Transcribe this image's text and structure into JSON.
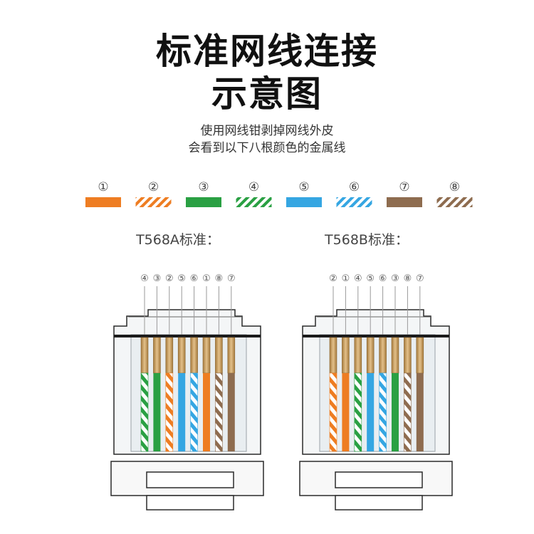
{
  "title": {
    "line1": "标准网线连接",
    "line2": "示意图"
  },
  "subtitle": {
    "line1": "使用网线钳剥掉网线外皮",
    "line2": "会看到以下八根颜色的金属线"
  },
  "colors": {
    "orange": "#ee7d22",
    "green": "#2aa043",
    "blue": "#35a6e2",
    "brown": "#8e6c4f",
    "gold": "#c79a55",
    "white": "#ffffff"
  },
  "legend": [
    {
      "num": "①",
      "color": "orange",
      "striped": false
    },
    {
      "num": "②",
      "color": "orange",
      "striped": true
    },
    {
      "num": "③",
      "color": "green",
      "striped": false
    },
    {
      "num": "④",
      "color": "green",
      "striped": true
    },
    {
      "num": "⑤",
      "color": "blue",
      "striped": false
    },
    {
      "num": "⑥",
      "color": "blue",
      "striped": true
    },
    {
      "num": "⑦",
      "color": "brown",
      "striped": false
    },
    {
      "num": "⑧",
      "color": "brown",
      "striped": true
    }
  ],
  "standards": [
    {
      "label": "T568A标准：",
      "order": [
        "④",
        "③",
        "②",
        "⑤",
        "⑥",
        "①",
        "⑧",
        "⑦"
      ]
    },
    {
      "label": "T568B标准：",
      "order": [
        "②",
        "①",
        "④",
        "⑤",
        "⑥",
        "③",
        "⑧",
        "⑦"
      ]
    }
  ]
}
